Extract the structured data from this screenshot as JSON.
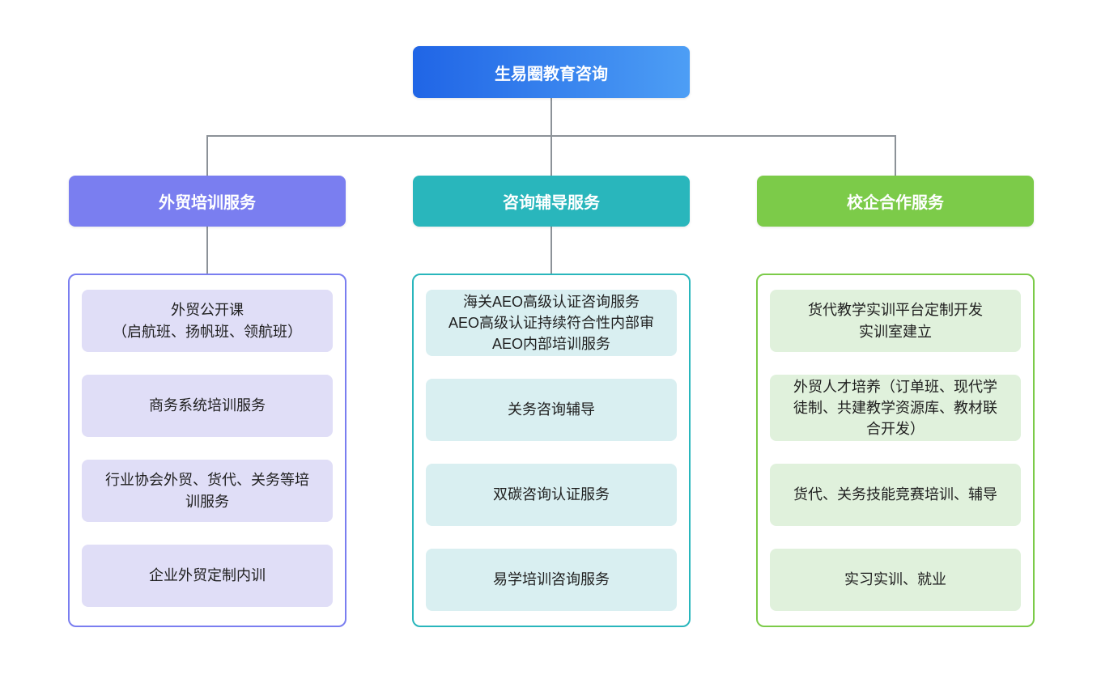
{
  "root": {
    "label": "生易圈教育咨询",
    "gradient_from": "#2065e6",
    "gradient_to": "#4d9ef5"
  },
  "connectors": {
    "color": "#8c9298"
  },
  "branches": [
    {
      "id": "trade-training",
      "label": "外贸培训服务",
      "color": "#7a7ef0",
      "item_bg": "#e0def7",
      "items": [
        "外贸公开课\n（启航班、扬帆班、领航班）",
        "商务系统培训服务",
        "行业协会外贸、货代、关务等培\n训服务",
        "企业外贸定制内训"
      ]
    },
    {
      "id": "consulting-coaching",
      "label": "咨询辅导服务",
      "color": "#29b6bc",
      "item_bg": "#d9eff1",
      "items": [
        "海关AEO高级认证咨询服务\nAEO高级认证持续符合性内部审\nAEO内部培训服务",
        "关务咨询辅导",
        "双碳咨询认证服务",
        "易学培训咨询服务"
      ]
    },
    {
      "id": "school-enterprise",
      "label": "校企合作服务",
      "color": "#7ccb49",
      "item_bg": "#e0f1dc",
      "items": [
        "货代教学实训平台定制开发\n实训室建立",
        "外贸人才培养（订单班、现代学\n徒制、共建教学资源库、教材联\n合开发）",
        "货代、关务技能竞赛培训、辅导",
        "实习实训、就业"
      ]
    }
  ]
}
